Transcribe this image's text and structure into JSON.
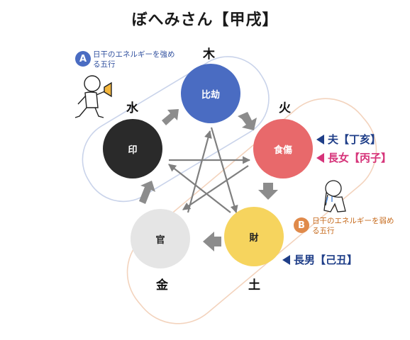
{
  "title": "ぼへみさん【甲戌】",
  "elements": {
    "wood": "木",
    "fire": "火",
    "earth": "土",
    "metal": "金",
    "water": "水"
  },
  "circles": {
    "hikou": {
      "label": "比劫",
      "color": "#4a6cc2",
      "text_color": "#ffffff"
    },
    "shokushou": {
      "label": "食傷",
      "color": "#e8696b",
      "text_color": "#ffffff"
    },
    "zai": {
      "label": "財",
      "color": "#f6d45e",
      "text_color": "#222222"
    },
    "kan": {
      "label": "官",
      "color": "#e5e5e5",
      "text_color": "#222222"
    },
    "in": {
      "label": "印",
      "color": "#2a2a2a",
      "text_color": "#ffffff"
    }
  },
  "group_a": {
    "badge": "A",
    "note": "日干のエネルギーを強める五行",
    "color": "#4a6cc2"
  },
  "group_b": {
    "badge": "B",
    "note": "日干のエネルギーを弱める五行",
    "color": "#e08a4a"
  },
  "relations": {
    "husband": "夫【丁亥】",
    "daughter": "長女【丙子】",
    "son": "長男【己丑】"
  },
  "icons": {
    "megaphone_person": "megaphone-person-icon",
    "kneeling_person": "kneeling-person-icon"
  }
}
